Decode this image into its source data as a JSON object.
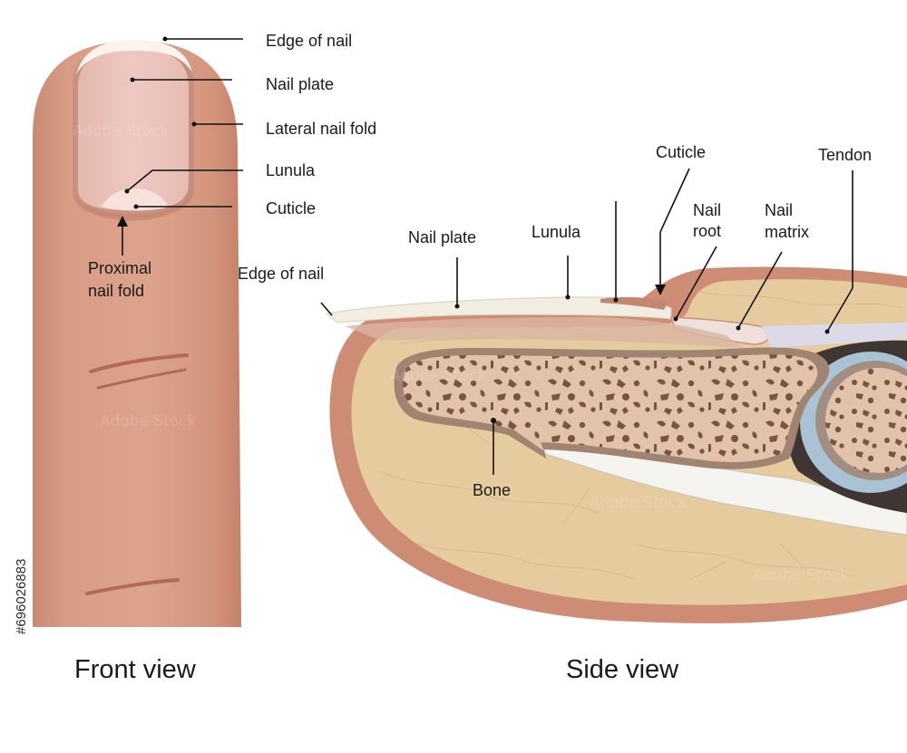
{
  "front_view": {
    "caption": "Front view",
    "labels": {
      "edge_of_nail": "Edge of nail",
      "nail_plate": "Nail plate",
      "lateral_nail_fold": "Lateral nail fold",
      "lunula": "Lunula",
      "cuticle": "Cuticle",
      "proximal_nail_fold_line1": "Proximal",
      "proximal_nail_fold_line2": "nail fold"
    }
  },
  "side_view": {
    "caption": "Side view",
    "labels": {
      "edge_of_nail": "Edge of nail",
      "nail_plate": "Nail plate",
      "lunula": "Lunula",
      "cuticle": "Cuticle",
      "nail_root_line1": "Nail",
      "nail_root_line2": "root",
      "nail_matrix_line1": "Nail",
      "nail_matrix_line2": "matrix",
      "tendon": "Tendon",
      "bone": "Bone"
    }
  },
  "watermark": {
    "text": "Adobe Stock",
    "stock_id": "#696026883"
  },
  "colors": {
    "skin": "#d79a83",
    "skin_dark": "#c07a63",
    "nail_plate": "#e8c2bb",
    "lunula": "#f6dfd9",
    "tissue": "#e2c79a",
    "bone_body": "#ddb8a2",
    "bone_spots": "#7a5440",
    "cartilage": "#a9c3d4",
    "joint_dark": "#3e3532",
    "tendon": "#d9d7e6"
  }
}
